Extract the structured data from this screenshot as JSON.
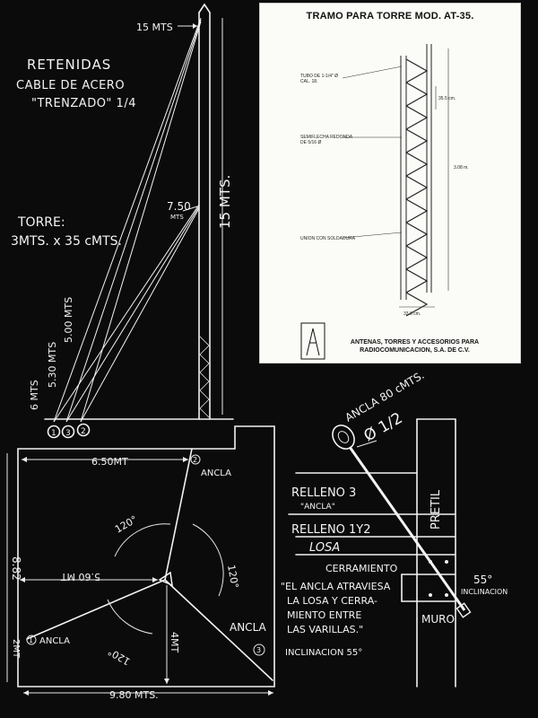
{
  "card": {
    "title": "TRAMO PARA TORRE MOD.  AT-35.",
    "label_tube_1": "TUBO DE 1-1/4\" Ø",
    "label_tube_2": "CAL. 18.",
    "label_dim_355": "35.5 cm.",
    "label_rod_1": "SEMIFLECHA REDONDA",
    "label_rod_2": "DE 5/16 Ø",
    "label_height": "3.08 m.",
    "label_joint": "UNION CON SOLDADURA",
    "label_width": "33.6 cm.",
    "footer_line1": "ANTENAS, TORRES Y ACCESORIOS PARA",
    "footer_line2": "RADIOCOMUNICACION, S.A. DE C.V."
  },
  "tower": {
    "title_line1": "RETENIDAS",
    "title_line2": "CABLE DE ACERO",
    "title_line3": "\"TRENZADO\" 1/4",
    "torre_label": "TORRE:",
    "torre_dims": "3MTS. x 35 cMTS.",
    "top_label": "15 MTS",
    "height_label": "15 MTS.",
    "mid_label_1": "7.50",
    "mid_label_2": "MTS",
    "dist_6": "6 MTS",
    "dist_530": "5.30 MTS",
    "dist_500": "5.00 MTS",
    "anchor_1": "1",
    "anchor_3": "3",
    "anchor_2": "2"
  },
  "plan": {
    "width_top": "6.50MT",
    "height_left": "8.82",
    "small_left": "2MT",
    "width_bottom": "9.80 MTS.",
    "anchor_2_label": "ANCLA",
    "anchor_2_num": "2",
    "anchor_1_label": "ANCLA",
    "anchor_1_num": "1",
    "anchor_3_label": "ANCLA",
    "anchor_3_num": "3",
    "angle_top": "120°",
    "angle_right": "120°",
    "angle_bottom": "120°",
    "radius_left": "5.60 MT",
    "radius_down": "4MT"
  },
  "detail": {
    "anchor_title": "ANCLA 80 cMTS.",
    "anchor_diam": "Ø 1/2",
    "relleno3": "RELLENO 3",
    "relleno3_sub": "\"ANCLA\"",
    "relleno1y2": "RELLENO 1Y2",
    "losa": "LOSA",
    "cerramiento": "CERRAMIENTO",
    "pretil": "PRETIL",
    "muro": "MURO",
    "angle": "55°",
    "inclinacion_word": "INCLINACION",
    "note_line1": "\"EL ANCLA ATRAVIESA",
    "note_line2": "LA LOSA Y CERRA-",
    "note_line3": "MIENTO ENTRE",
    "note_line4": "LAS VARILLAS.\"",
    "inclinacion_line": "INCLINACION  55°"
  }
}
